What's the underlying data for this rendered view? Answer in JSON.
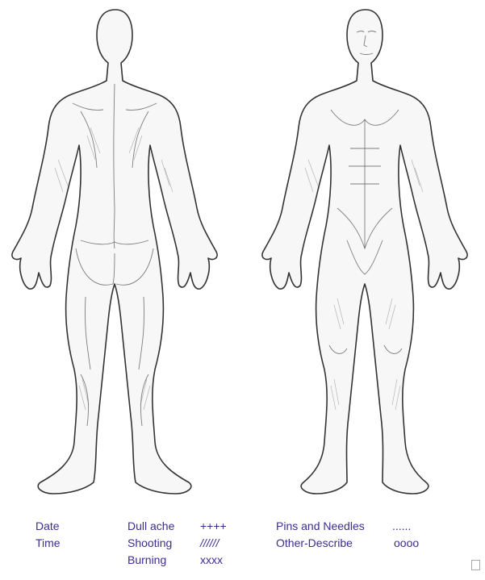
{
  "figures": [
    {
      "view": "back",
      "icon": "human-body-back-icon"
    },
    {
      "view": "front",
      "icon": "human-body-front-icon"
    }
  ],
  "legend": {
    "color": "#3b2e8f",
    "fields": [
      "Date",
      "Time"
    ],
    "pain_types": [
      {
        "label": "Dull ache",
        "symbol": "++++"
      },
      {
        "label": "Shooting",
        "symbol": "//////"
      },
      {
        "label": "Burning",
        "symbol": "xxxx"
      }
    ],
    "other_types": [
      {
        "label": "Pins and Needles",
        "symbol": "......"
      },
      {
        "label": "Other-Describe",
        "symbol": "oooo"
      }
    ]
  }
}
